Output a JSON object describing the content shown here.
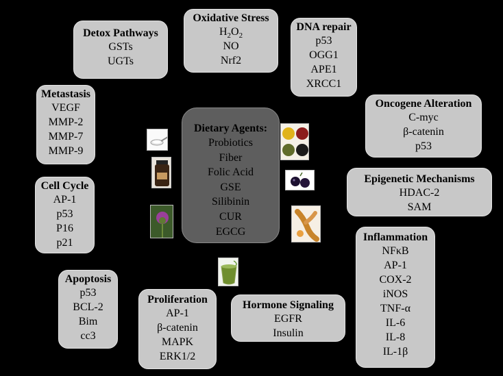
{
  "center": {
    "title": "Dietary Agents:",
    "agents": [
      "Probiotics",
      "Fiber",
      "Folic Acid",
      "GSE",
      "Silibinin",
      "CUR",
      "EGCG"
    ]
  },
  "boxes": {
    "detox": {
      "title": "Detox Pathways",
      "items": [
        "GSTs",
        "UGTs"
      ]
    },
    "oxidative": {
      "title": "Oxidative Stress",
      "items": [
        "H2O2",
        "NO",
        "Nrf2"
      ]
    },
    "dna_repair": {
      "title": "DNA repair",
      "items": [
        "p53",
        "OGG1",
        "APE1",
        "XRCC1"
      ]
    },
    "metastasis": {
      "title": "Metastasis",
      "items": [
        "VEGF",
        "MMP-2",
        "MMP-7",
        "MMP-9"
      ]
    },
    "oncogene": {
      "title": "Oncogene Alteration",
      "items": [
        "C-myc",
        "β-catenin",
        "p53"
      ]
    },
    "cell_cycle": {
      "title": "Cell Cycle",
      "items": [
        "AP-1",
        "p53",
        "P16",
        "p21"
      ]
    },
    "epigenetic": {
      "title": "Epigenetic Mechanisms",
      "items": [
        "HDAC-2",
        "SAM"
      ]
    },
    "inflammation": {
      "title": "Inflammation",
      "items": [
        "NFκB",
        "AP-1",
        "COX-2",
        "iNOS",
        "TNF-α",
        "IL-6",
        "IL-8",
        "IL-1β"
      ]
    },
    "apoptosis": {
      "title": "Apoptosis",
      "items": [
        "p53",
        "BCL-2",
        "Bim",
        "cc3"
      ]
    },
    "proliferation": {
      "title": "Proliferation",
      "items": [
        "AP-1",
        "β-catenin",
        "MAPK",
        "ERK1/2"
      ]
    },
    "hormone": {
      "title": "Hormone Signaling",
      "items": [
        "EGFR",
        "Insulin"
      ]
    }
  },
  "images": [
    "probiotic-powder-icon",
    "fiber-seeds-icon",
    "folic-acid-bottle-icon",
    "grapes-icon",
    "milk-thistle-icon",
    "turmeric-root-icon",
    "green-tea-icon"
  ],
  "colors": {
    "background": "#000000",
    "box": "#c8c8c8",
    "center": "#5e5e5e",
    "arrow": "#000000"
  }
}
